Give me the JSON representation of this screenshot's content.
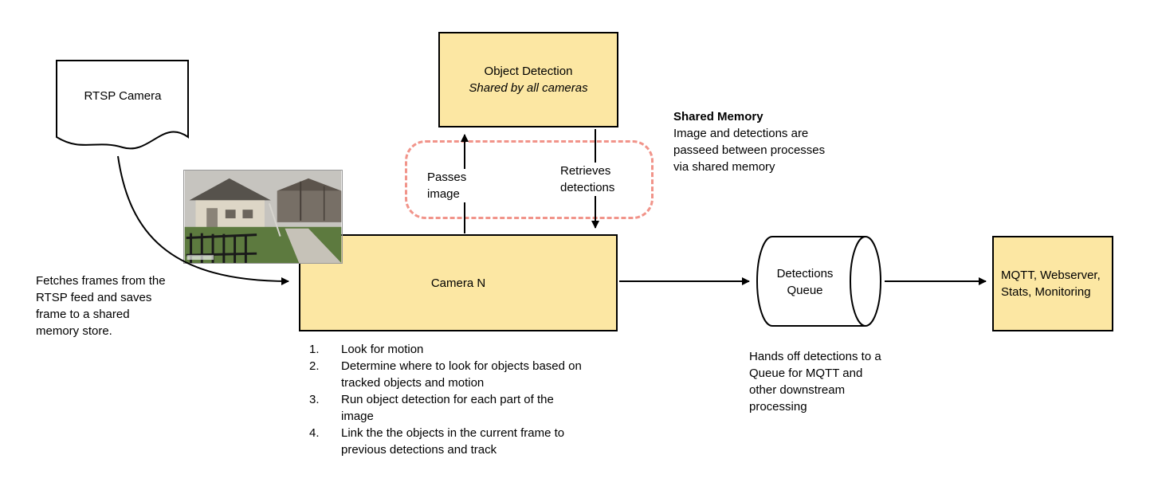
{
  "colors": {
    "box_fill": "#FCE7A3",
    "box_border": "#000000",
    "shared_memory_dashed_border": "#F1948A",
    "arrow_color": "#000000"
  },
  "nodes": {
    "rtsp_camera": "RTSP Camera",
    "object_detection_title": "Object Detection",
    "object_detection_subtitle": "Shared by all cameras",
    "camera_n": "Camera N",
    "detections_queue": "Detections\nQueue",
    "mqtt": "MQTT, Webserver, Stats, Monitoring"
  },
  "edge_labels": {
    "passes_image": "Passes\nimage",
    "retrieves_detections": "Retrieves\ndetections"
  },
  "notes": {
    "fetch": "Fetches frames from the RTSP feed and saves frame to a shared memory store.",
    "shared_memory_title": "Shared Memory",
    "shared_memory_body": "Image and detections are passeed between processes via shared memory",
    "queue_handoff": "Hands off detections to a Queue for MQTT and other downstream processing"
  },
  "steps": [
    {
      "num": "1.",
      "text": "Look for motion"
    },
    {
      "num": "2.",
      "text": "Determine where to look for objects based on tracked objects and motion"
    },
    {
      "num": "3.",
      "text": "Run object detection for each part of the image"
    },
    {
      "num": "4.",
      "text": "Link the the objects in the current frame to previous detections and track"
    }
  ]
}
